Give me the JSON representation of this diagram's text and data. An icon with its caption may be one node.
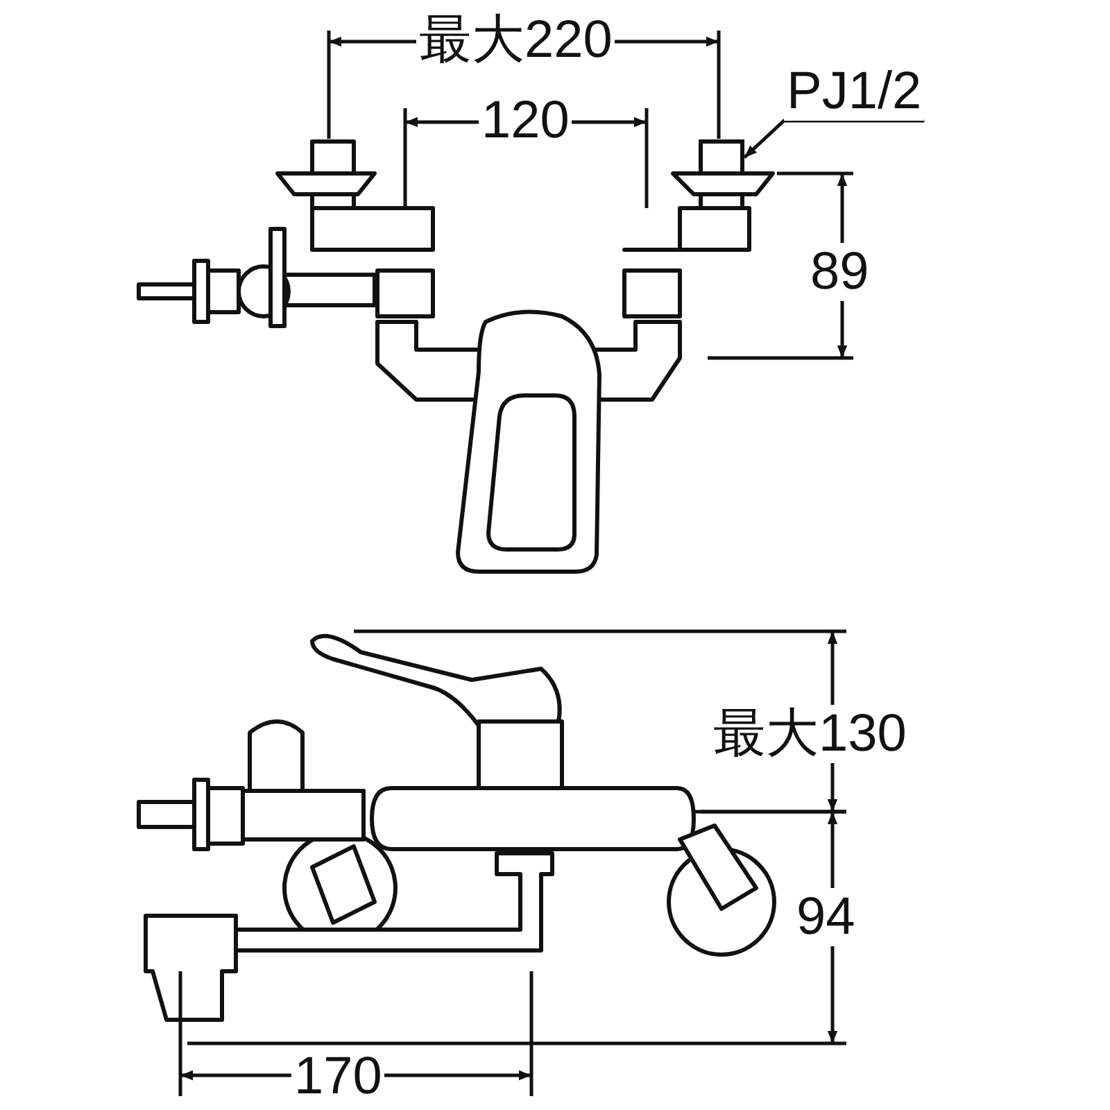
{
  "diagram": {
    "nodes": [
      {
        "text": [
          "PJ1/2"
        ]
      },
      {
        "text": [],
        "shape": "box"
      }
    ],
    "edges": [
      {
        "from": 0,
        "to": 1,
        "arrow": "to"
      }
    ],
    "labels": [
      "最大220",
      "120",
      "89",
      "最大130",
      "94",
      "170"
    ]
  }
}
